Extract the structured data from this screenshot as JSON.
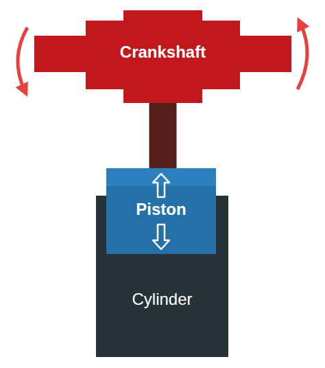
{
  "diagram": {
    "nodes": [
      {
        "text": [
          "Crankshaft"
        ]
      },
      {
        "text": [
          "Piston"
        ]
      },
      {
        "text": [
          "Cylinder"
        ]
      }
    ],
    "edges": [
      {
        "from": 0,
        "to": 1,
        "arrow": "none"
      }
    ]
  }
}
